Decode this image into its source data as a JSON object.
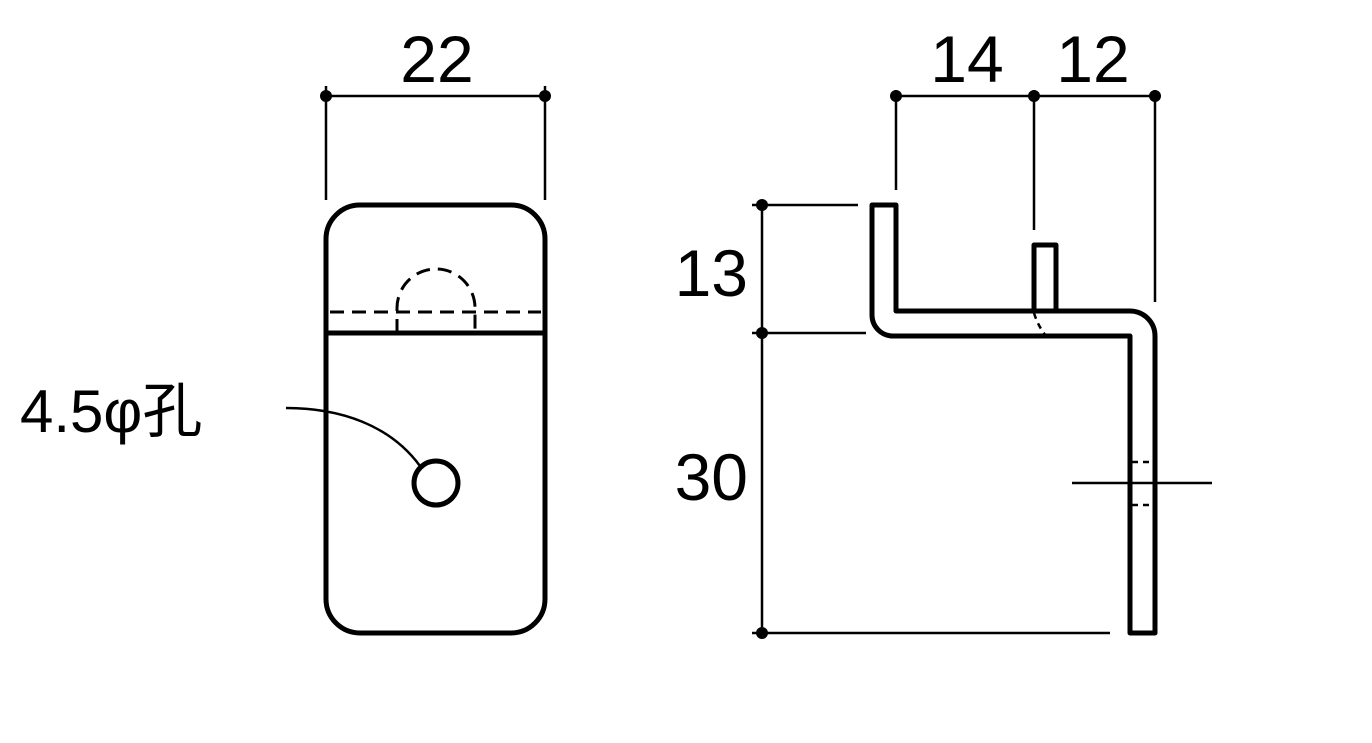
{
  "front_view": {
    "width_dim": "22",
    "hole_label": "4.5φ孔"
  },
  "side_view": {
    "dim_top_left": "14",
    "dim_top_right": "12",
    "dim_height_upper": "13",
    "dim_height_lower": "30"
  }
}
